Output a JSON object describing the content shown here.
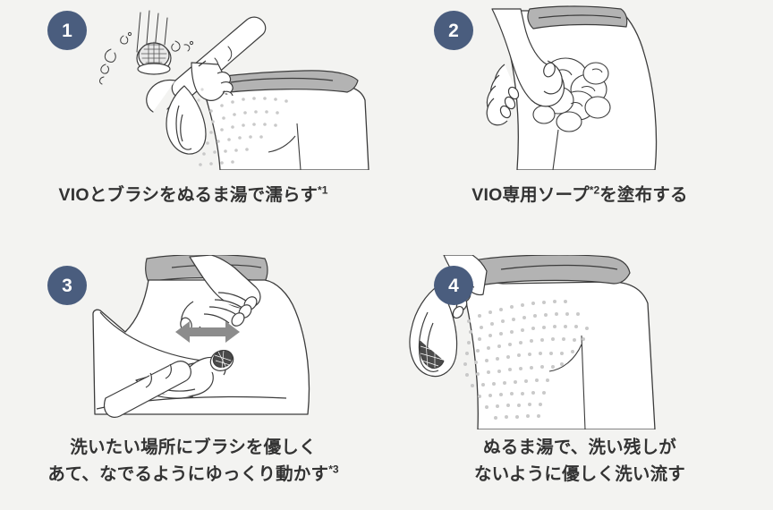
{
  "page": {
    "background_color": "#f3f3f1",
    "text_color": "#333333",
    "badge_color": "#4a5d7e",
    "badge_text_color": "#ffffff",
    "waistband_color": "#b3b3b3",
    "dot_color": "#c9c9c9",
    "arrow_color": "#8c8c8c",
    "line_color": "#3c3c3c"
  },
  "steps": [
    {
      "number": "1",
      "illustration_name": "brush-rinsing-under-water-illustration",
      "caption": {
        "lines": [
          {
            "text": "VIOとブラシをぬるま湯で濡らす",
            "note": "*1"
          }
        ]
      }
    },
    {
      "number": "2",
      "illustration_name": "hand-applying-soap-foam-illustration",
      "caption": {
        "lines": [
          {
            "text_before": "VIO専用ソープ",
            "note": "*2",
            "text_after": "を塗布する"
          }
        ]
      }
    },
    {
      "number": "3",
      "illustration_name": "brush-stroking-skin-with-arrow-illustration",
      "caption": {
        "lines": [
          {
            "text": "洗いたい場所にブラシを優しく",
            "note": ""
          },
          {
            "text": "あて、なでるようにゆっくり動かす",
            "note": "*3"
          }
        ]
      }
    },
    {
      "number": "4",
      "illustration_name": "shower-rinsing-body-illustration",
      "caption": {
        "lines": [
          {
            "text": "ぬるま湯で、洗い残しが",
            "note": ""
          },
          {
            "text": "ないように優しく洗い流す",
            "note": ""
          }
        ]
      }
    }
  ]
}
